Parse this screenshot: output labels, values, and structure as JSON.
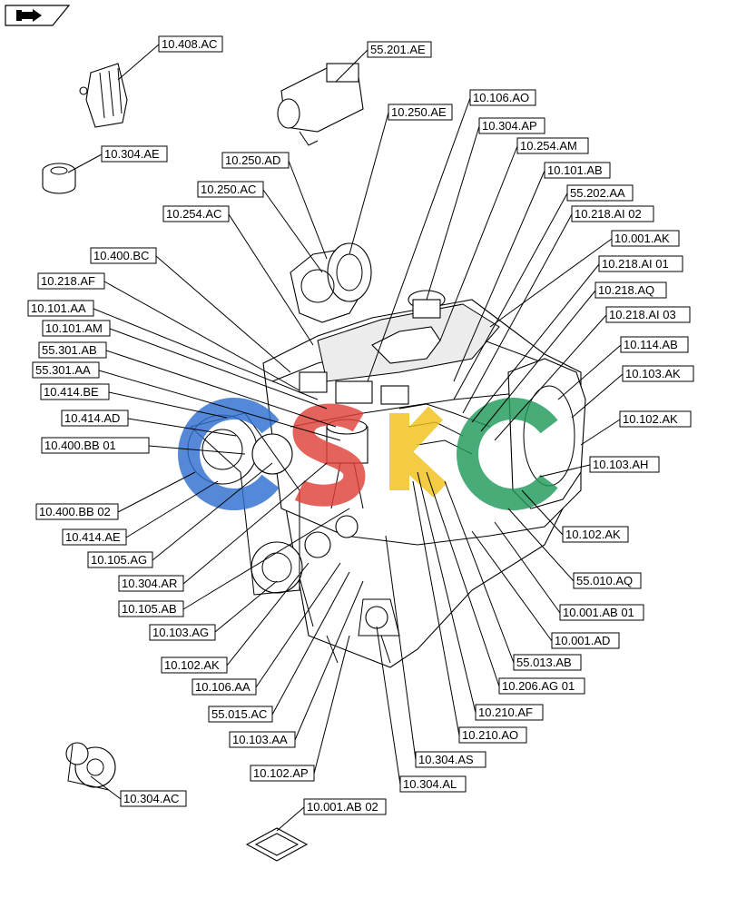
{
  "icon": "book-page-icon",
  "labels": [
    "10.408.AC",
    "55.201.AE",
    "10.304.AE",
    "10.250.AE",
    "10.106.AO",
    "10.304.AP",
    "10.254.AM",
    "10.250.AD",
    "10.101.AB",
    "10.250.AC",
    "55.202.AA",
    "10.254.AC",
    "10.218.AI 02",
    "10.001.AK",
    "10.400.BC",
    "10.218.AI 01",
    "10.218.AF",
    "10.218.AQ",
    "10.101.AA",
    "10.218.AI 03",
    "10.101.AM",
    "10.114.AB",
    "55.301.AB",
    "55.301.AA",
    "10.103.AK",
    "10.414.BE",
    "10.102.AK",
    "10.414.AD",
    "10.400.BB 01",
    "10.103.AH",
    "10.400.BB 02",
    "10.414.AE",
    "10.102.AK",
    "10.105.AG",
    "55.010.AQ",
    "10.304.AR",
    "10.105.AB",
    "10.001.AB 01",
    "10.103.AG",
    "10.001.AD",
    "10.102.AK",
    "55.013.AB",
    "10.106.AA",
    "10.206.AG 01",
    "55.015.AC",
    "10.210.AF",
    "10.103.AA",
    "10.210.AO",
    "10.304.AS",
    "10.102.AP",
    "10.304.AL",
    "10.304.AC",
    "10.001.AB 02"
  ],
  "colors": {
    "blue": "#2f6fd0",
    "red": "#e0413a",
    "yellow": "#f2c21b",
    "green": "#1f9a5a"
  }
}
